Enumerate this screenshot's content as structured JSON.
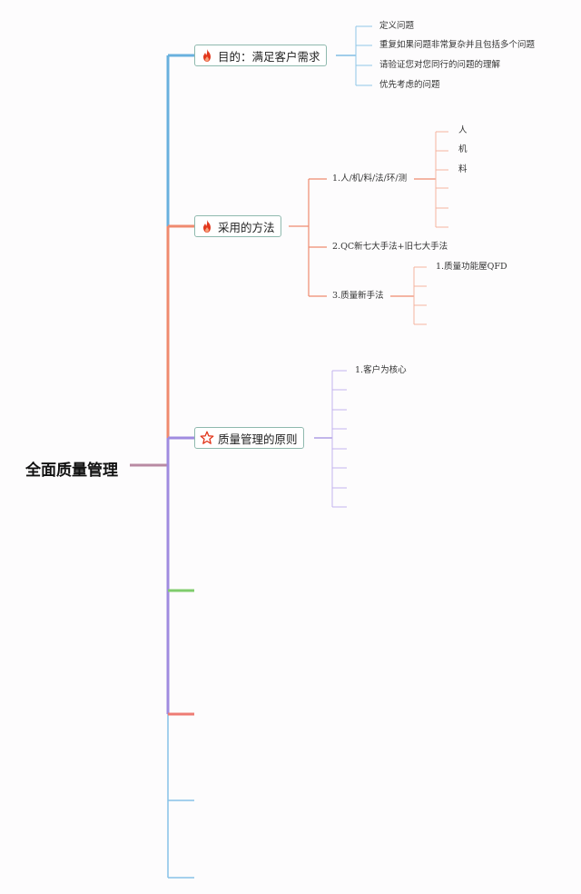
{
  "root": {
    "label": "全面质量管理"
  },
  "branches": [
    {
      "label": "目的：满足客户需求",
      "icon": "fire-icon",
      "color": "#69b1de",
      "children": [
        "定义问题",
        "重复如果问题非常复杂并且包括多个问题",
        "请验证您对您同行的问题的理解",
        "优先考虑的问题"
      ]
    },
    {
      "label": "采用的方法",
      "icon": "fire-icon",
      "color": "#ef8a6f",
      "children": [
        {
          "label": "1.人/机/料/法/环/测",
          "children": [
            "人",
            "机",
            "料",
            "",
            "",
            ""
          ]
        },
        {
          "label": "2.QC新七大手法+旧七大手法"
        },
        {
          "label": "3.质量新手法",
          "children": [
            "1.质量功能屋QFD",
            "",
            "",
            ""
          ]
        }
      ]
    },
    {
      "label": "质量管理的原则",
      "icon": "star-outline-icon",
      "color": "#a08be0",
      "children": [
        "1.客户为核心",
        "",
        "",
        "",
        "",
        "",
        "",
        ""
      ]
    },
    {
      "label": "",
      "color": "#7fcc6c"
    },
    {
      "label": "",
      "color": "#ee7b74"
    },
    {
      "label": "",
      "color": "#86c2e8"
    },
    {
      "label": "",
      "color": "#86c2e8"
    }
  ],
  "colors": {
    "trunk_blue": "#69b1de",
    "trunk_orange": "#ef8a6f",
    "trunk_purple": "#a08be0",
    "trunk_green": "#7fcc6c",
    "trunk_red": "#ee7b74",
    "trunk_lightblue": "#86c2e8",
    "root_connector": "#b98aa3",
    "node_border": "#8fb9ae",
    "fire": "#e2371c",
    "star": "#e2371c"
  }
}
